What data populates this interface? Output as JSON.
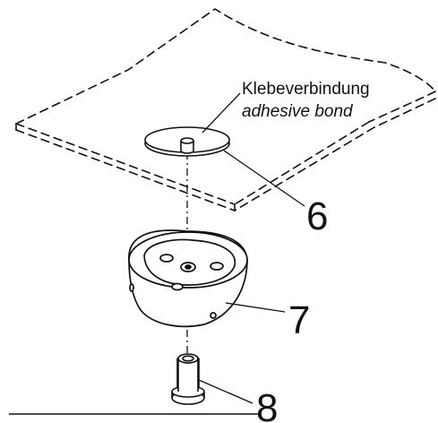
{
  "labels": {
    "german": "Klebeverbindung",
    "english": "adhesive bond"
  },
  "parts": [
    {
      "number": "6"
    },
    {
      "number": "7"
    },
    {
      "number": "8"
    }
  ]
}
